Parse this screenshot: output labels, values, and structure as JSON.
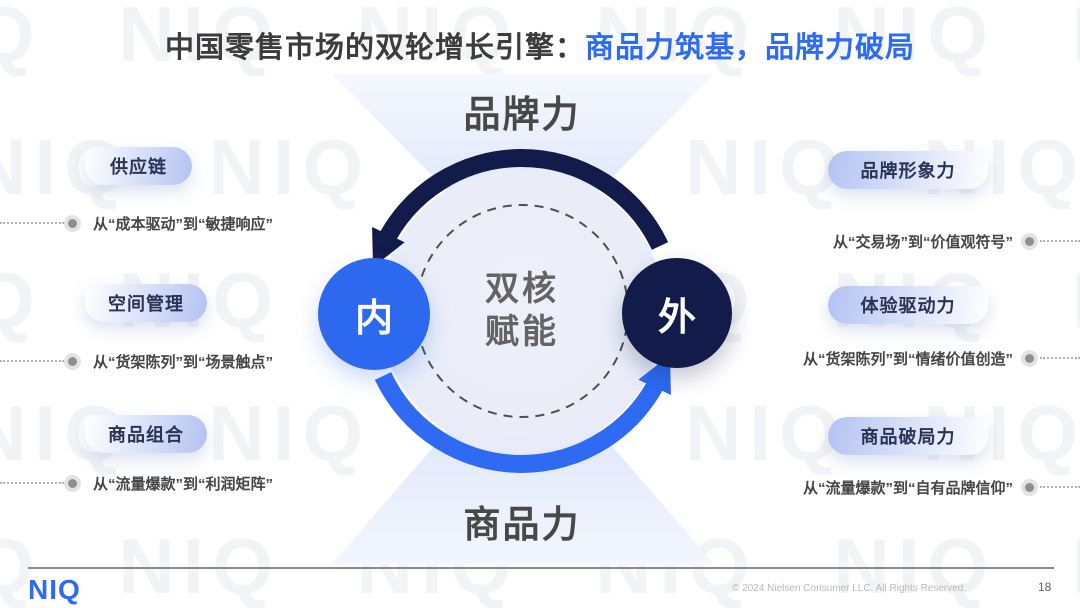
{
  "title": {
    "prefix": "中国零售市场的双轮增长引擎：",
    "highlight": "商品力筑基，品牌力破局"
  },
  "diagram": {
    "top_label": "品牌力",
    "bottom_label": "商品力",
    "center_line1": "双核",
    "center_line2": "赋能",
    "inner_node": "内",
    "outer_node": "外"
  },
  "left_items": [
    {
      "pill": "供应链",
      "desc": "从“成本驱动”到“敏捷响应”"
    },
    {
      "pill": "空间管理",
      "desc": "从“货架陈列”到“场景触点”"
    },
    {
      "pill": "商品组合",
      "desc": "从“流量爆款”到“利润矩阵”"
    }
  ],
  "right_items": [
    {
      "pill": "品牌形象力",
      "desc": "从“交易场”到“价值观符号”"
    },
    {
      "pill": "体验驱动力",
      "desc": "从“货架陈列”到“情绪价值创造”"
    },
    {
      "pill": "商品破局力",
      "desc": "从“流量爆款”到“自有品牌信仰”"
    }
  ],
  "watermark": {
    "row_text": "NIQ NIQ NIQ NIQ NIQ NIQ"
  },
  "footer": {
    "logo": "NIQ",
    "copyright": "© 2024 Nielsen Consumer LLC. All Rights Reserved.",
    "page": "18"
  },
  "colors": {
    "accent_blue": "#2e6bf2",
    "navy": "#131b4a",
    "pill_periwinkle": "#b3c2f2",
    "circle_fill": "#e8ebf7",
    "title_dark": "#3c3c3c"
  }
}
